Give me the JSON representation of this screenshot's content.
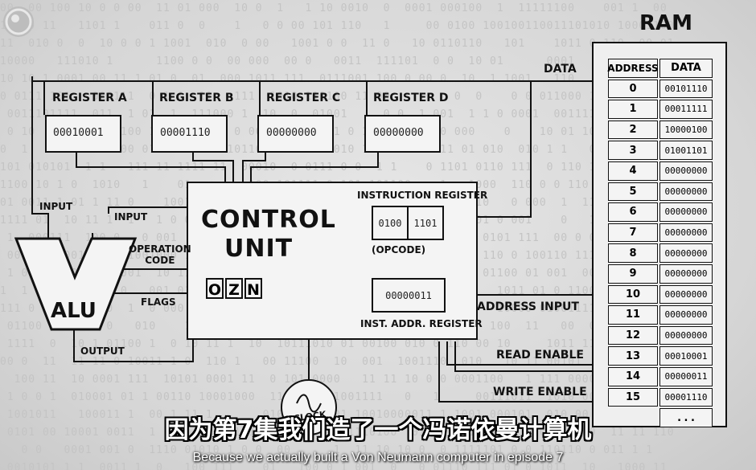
{
  "ram": {
    "title": "RAM",
    "address_header": "ADDRESS",
    "data_header": "DATA",
    "rows": [
      {
        "addr": "0",
        "data": "00101110"
      },
      {
        "addr": "1",
        "data": "00011111"
      },
      {
        "addr": "2",
        "data": "10000100"
      },
      {
        "addr": "3",
        "data": "01001101"
      },
      {
        "addr": "4",
        "data": "00000000"
      },
      {
        "addr": "5",
        "data": "00000000"
      },
      {
        "addr": "6",
        "data": "00000000"
      },
      {
        "addr": "7",
        "data": "00000000"
      },
      {
        "addr": "8",
        "data": "00000000"
      },
      {
        "addr": "9",
        "data": "00000000"
      },
      {
        "addr": "10",
        "data": "00000000"
      },
      {
        "addr": "11",
        "data": "00000000"
      },
      {
        "addr": "12",
        "data": "00000000"
      },
      {
        "addr": "13",
        "data": "00010001"
      },
      {
        "addr": "14",
        "data": "00000011"
      },
      {
        "addr": "15",
        "data": "00001110"
      }
    ],
    "ellipsis": "..."
  },
  "registers": [
    {
      "label": "REGISTER A",
      "value": "00010001"
    },
    {
      "label": "REGISTER B",
      "value": "00001110"
    },
    {
      "label": "REGISTER C",
      "value": "00000000"
    },
    {
      "label": "REGISTER D",
      "value": "00000000"
    }
  ],
  "control_unit": {
    "title_line1": "CONTROL",
    "title_line2": "UNIT",
    "flags": [
      "O",
      "Z",
      "N"
    ],
    "instruction_register_label": "INSTRUCTION REGISTER",
    "opcode_bits": "0100",
    "operand_bits": "1101",
    "opcode_label": "(OPCODE)",
    "inst_addr_value": "00000011",
    "inst_addr_label": "INST. ADDR. REGISTER"
  },
  "alu": {
    "label": "ALU",
    "input_left": "INPUT",
    "input_right": "INPUT",
    "operation_code": "OPERATION\nCODE",
    "flags_label": "FLAGS",
    "output_label": "OUTPUT"
  },
  "wires": {
    "data": "DATA",
    "address_input": "ADDRESS INPUT",
    "read_enable": "READ ENABLE",
    "write_enable": "WRITE ENABLE"
  },
  "clock": {
    "label": "CLOCK"
  },
  "subtitles": {
    "zh": "因为第7集我们造了一个冯诺依曼计算机",
    "en": "Because we actually built a Von Neumann computer in episode 7"
  }
}
